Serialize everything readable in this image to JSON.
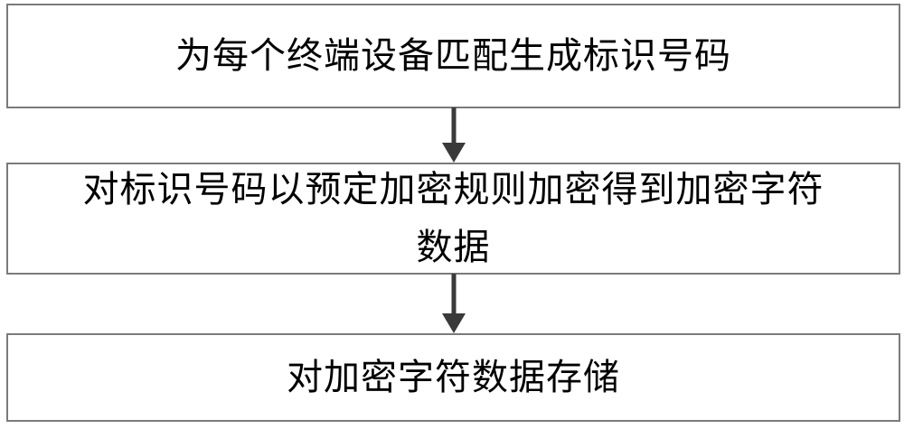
{
  "flowchart": {
    "type": "flowchart",
    "direction": "top-down",
    "steps": [
      {
        "lines": [
          "为每个终端设备匹配生成标识号码"
        ]
      },
      {
        "lines": [
          "对标识号码以预定加密规则加密得到加密字符",
          "数据"
        ]
      },
      {
        "lines": [
          "对加密字符数据存储"
        ]
      }
    ],
    "connectors": [
      {
        "from": "step-1",
        "to": "step-2",
        "type": "arrow-down"
      },
      {
        "from": "step-2",
        "to": "step-3",
        "type": "arrow-down"
      }
    ],
    "colors": {
      "box_border": "#7b7b7b",
      "arrow": "#3a3a3a",
      "text": "#000000",
      "background": "#ffffff"
    }
  }
}
